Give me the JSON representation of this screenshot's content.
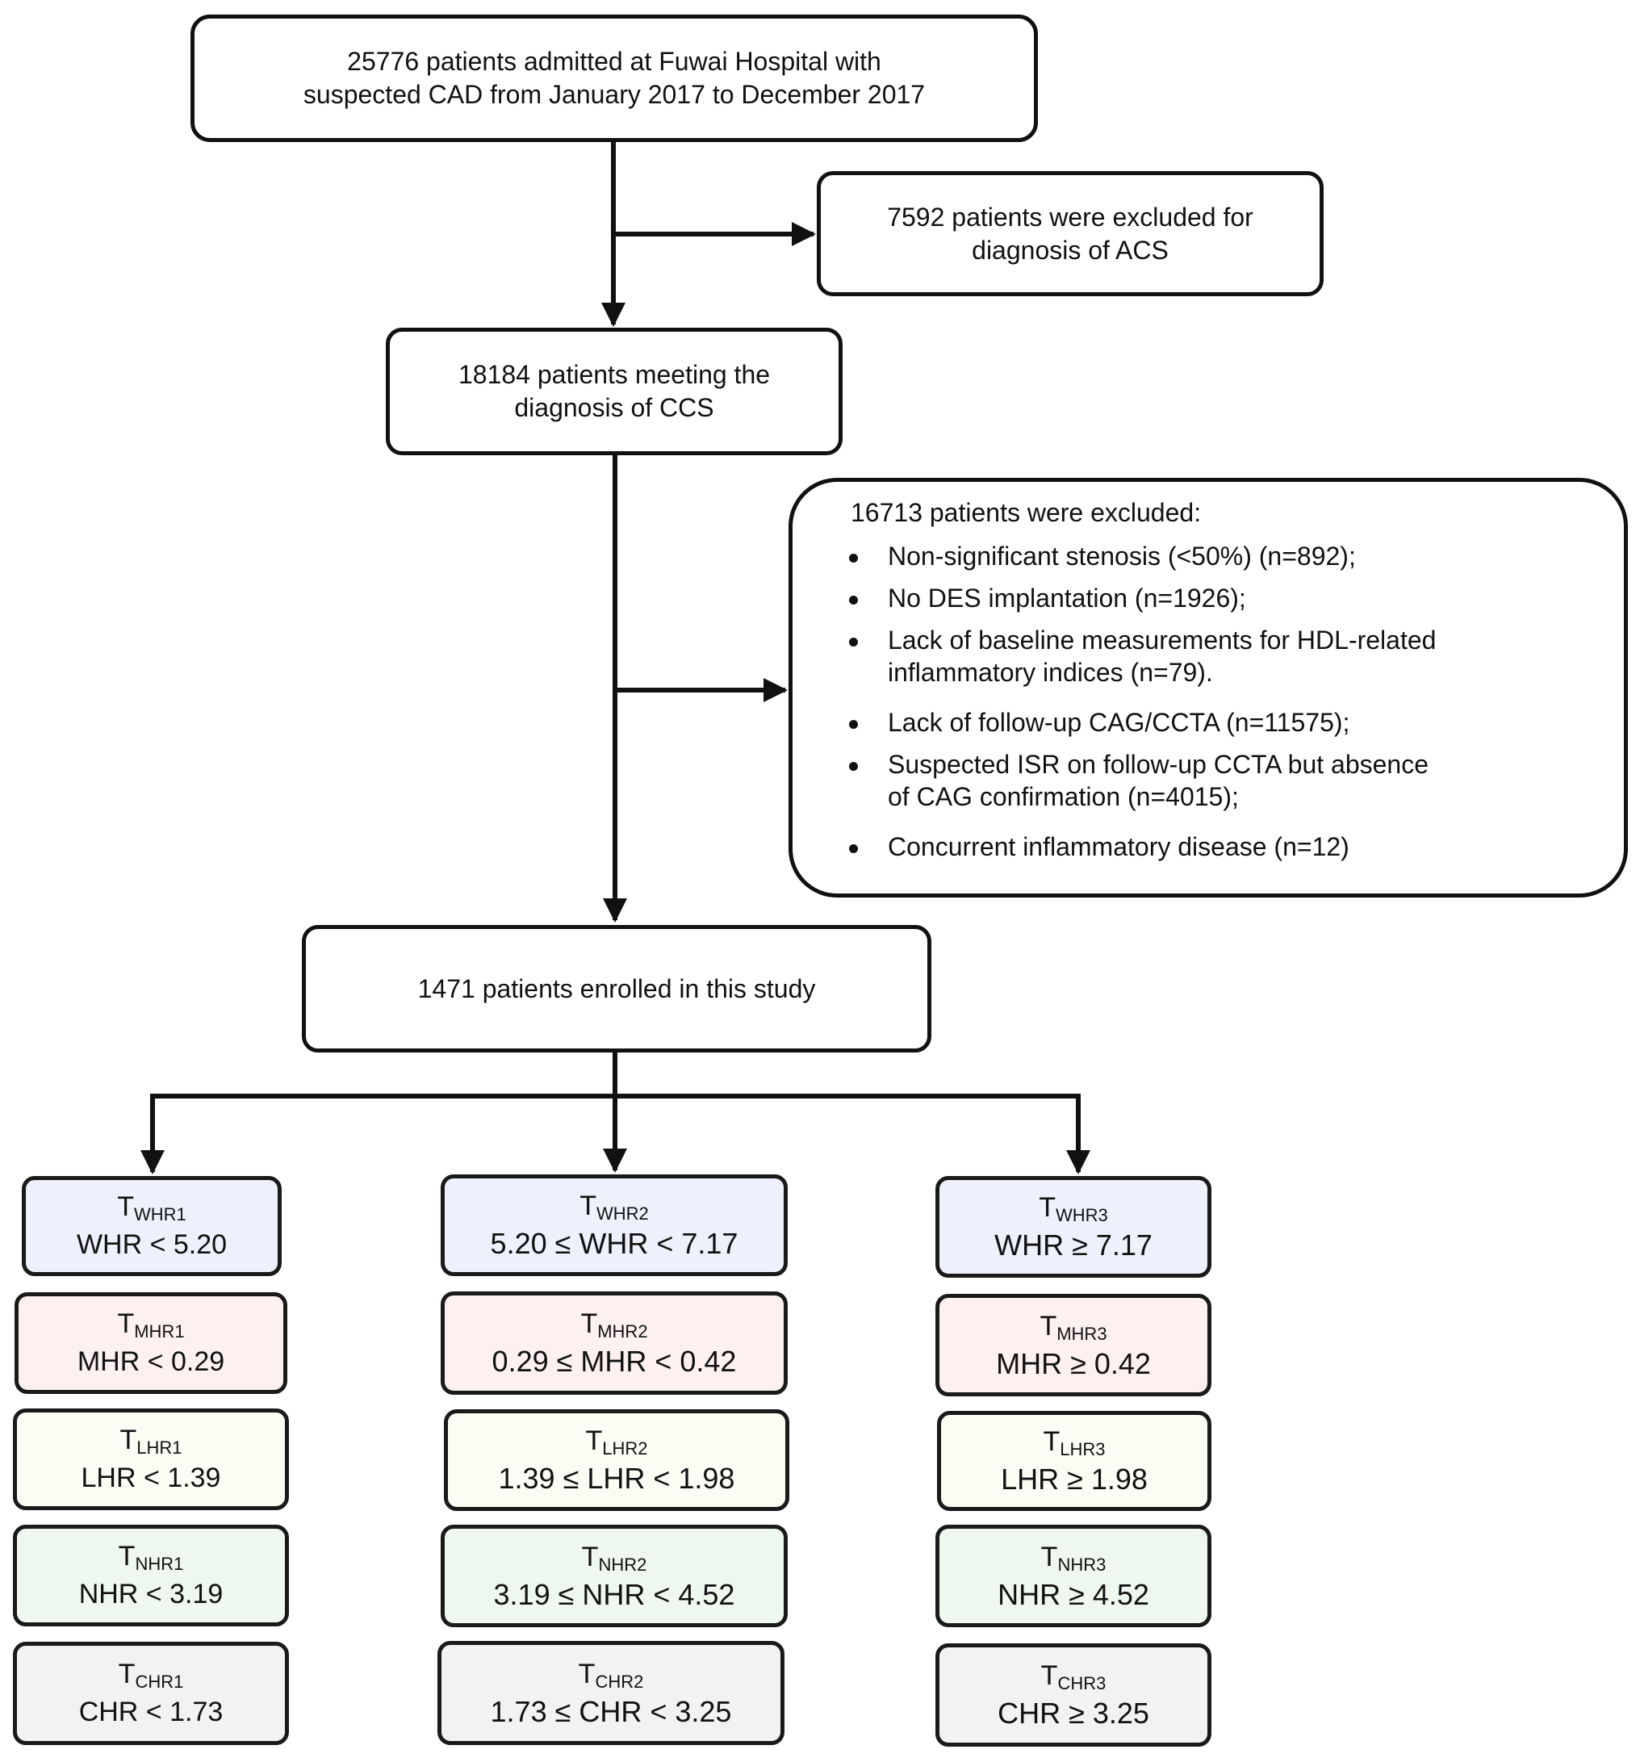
{
  "flow": {
    "admitted": {
      "line1": "25776 patients admitted at Fuwai Hospital with",
      "line2": "suspected CAD from January 2017 to December 2017"
    },
    "excluded_acs": {
      "line1": "7592 patients were excluded for",
      "line2": "diagnosis of ACS"
    },
    "ccs": {
      "line1": "18184 patients meeting the",
      "line2": "diagnosis of CCS"
    },
    "exclusions": {
      "header": "16713 patients were excluded:",
      "items": [
        {
          "line1": "Non-significant stenosis (<50%) (n=892);",
          "line2": ""
        },
        {
          "line1": "No DES implantation (n=1926);",
          "line2": ""
        },
        {
          "line1": "Lack of baseline measurements for HDL-related",
          "line2": "inflammatory indices (n=79)."
        },
        {
          "line1": "Lack of follow-up CAG/CCTA (n=11575);",
          "line2": ""
        },
        {
          "line1": "Suspected ISR on follow-up CCTA but absence",
          "line2": "of CAG confirmation (n=4015);"
        },
        {
          "line1": "Concurrent inflammatory disease (n=12)",
          "line2": ""
        }
      ]
    },
    "enrolled": {
      "text": "1471 patients enrolled in this study"
    }
  },
  "groups": {
    "col1": {
      "whr": {
        "t": "T",
        "sub": "WHR1",
        "cond": "WHR < 5.20"
      },
      "mhr": {
        "t": "T",
        "sub": "MHR1",
        "cond": "MHR < 0.29"
      },
      "lhr": {
        "t": "T",
        "sub": "LHR1",
        "cond": "LHR < 1.39"
      },
      "nhr": {
        "t": "T",
        "sub": "NHR1",
        "cond": "NHR < 3.19"
      },
      "chr": {
        "t": "T",
        "sub": "CHR1",
        "cond": "CHR < 1.73"
      }
    },
    "col2": {
      "whr": {
        "t": "T",
        "sub": "WHR2",
        "cond": "5.20 ≤ WHR < 7.17"
      },
      "mhr": {
        "t": "T",
        "sub": "MHR2",
        "cond": "0.29 ≤ MHR < 0.42"
      },
      "lhr": {
        "t": "T",
        "sub": "LHR2",
        "cond": "1.39 ≤ LHR < 1.98"
      },
      "nhr": {
        "t": "T",
        "sub": "NHR2",
        "cond": "3.19 ≤ NHR < 4.52"
      },
      "chr": {
        "t": "T",
        "sub": "CHR2",
        "cond": "1.73 ≤ CHR < 3.25"
      }
    },
    "col3": {
      "whr": {
        "t": "T",
        "sub": "WHR3",
        "cond": "WHR ≥ 7.17"
      },
      "mhr": {
        "t": "T",
        "sub": "MHR3",
        "cond": "MHR ≥ 0.42"
      },
      "lhr": {
        "t": "T",
        "sub": "LHR3",
        "cond": "LHR ≥ 1.98"
      },
      "nhr": {
        "t": "T",
        "sub": "NHR3",
        "cond": "NHR ≥ 4.52"
      },
      "chr": {
        "t": "T",
        "sub": "CHR3",
        "cond": "CHR ≥ 3.25"
      }
    }
  },
  "colors": {
    "whr_fill": "#eef1fc",
    "mhr_fill": "#fdf0f0",
    "lhr_fill": "#fbfcf4",
    "nhr_fill": "#eff8ef",
    "chr_fill": "#f2f2f2",
    "line": "#111111"
  }
}
